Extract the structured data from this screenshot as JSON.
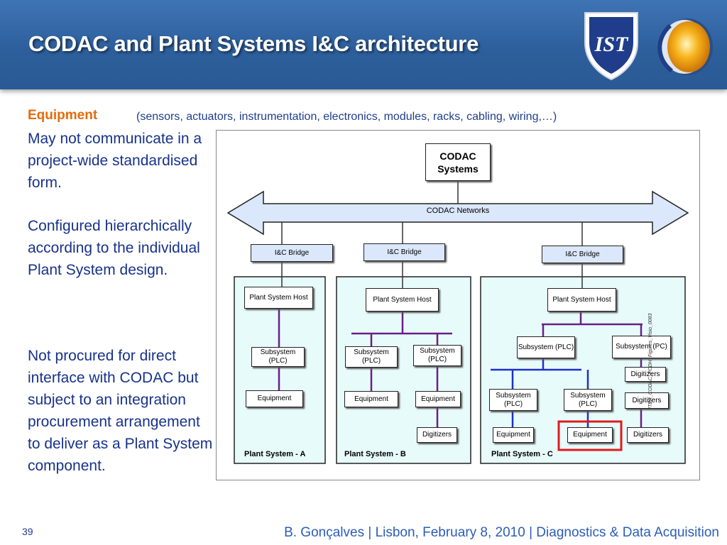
{
  "slide": {
    "title": "CODAC and Plant Systems I&C architecture",
    "page_number": "39",
    "footer": "B. Gonçalves | Lisbon, February 8, 2010 | Diagnostics & Data Acquisition"
  },
  "logos": {
    "ist_logo_text": "IST",
    "accent_color": "#1f3d8a"
  },
  "equipment": {
    "heading": "Equipment",
    "subtitle": "(sensors, actuators, instrumentation, electronics, modules, racks, cabling, wiring,…)",
    "paragraphs": [
      "May not communicate in a project-wide standardised form.",
      "Configured hierarchically according to the individual Plant System design.",
      "Not procured for direct interface  with CODAC but subject to an integration procurement arrangement to deliver as a Plant System component."
    ]
  },
  "diagram": {
    "codac_systems": "CODAC Systems",
    "codac_networks": "CODAC  Networks",
    "bridge_label": "I&C Bridge",
    "host_label": "Plant System Host",
    "subsystem_plc": "Subsystem (PLC)",
    "subsystem_pc": "Subsystem (PC)",
    "equipment_label": "Equipment",
    "digitizers_label": "Digitizers",
    "plant_a": "Plant System - A",
    "plant_b": "Plant System - B",
    "plant_c": "Plant System - C",
    "figure_ref": "ITER_CODAC_PCDH_Figures_Visio_0083",
    "colors": {
      "plant_box_fill": "#e8fbfb",
      "bridge_fill": "#dbe7fa",
      "network_fill": "#dbe7fa",
      "purple_link": "#6a1f8a",
      "blue_link": "#1d2fd0",
      "highlight": "#e01b1b"
    }
  }
}
